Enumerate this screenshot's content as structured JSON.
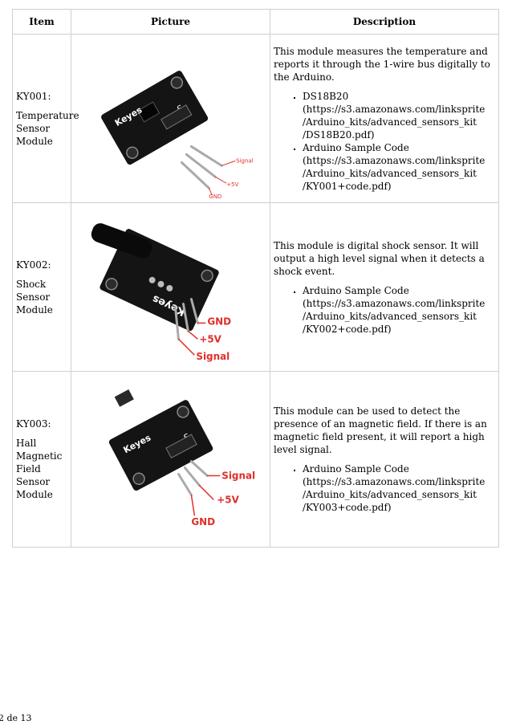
{
  "table": {
    "headers": {
      "item": "Item",
      "picture": "Picture",
      "description": "Description"
    },
    "rows": [
      {
        "item_code": "KY001:",
        "item_name": [
          "Temperature",
          "Sensor",
          "Module"
        ],
        "picture": {
          "board_text": "Keyes",
          "pin_labels": [
            "Signal",
            "+5V",
            "GND"
          ]
        },
        "description": "This module measures the temperature and reports it through the 1-wire bus digitally to the Arduino.",
        "links": [
          [
            "DS18B20 (https://s3.amazonaws.com/linksprite",
            "/Arduino_kits/advanced_sensors_kit",
            "/DS18B20.pdf)"
          ],
          [
            "Arduino Sample Code",
            "(https://s3.amazonaws.com/linksprite",
            "/Arduino_kits/advanced_sensors_kit",
            "/KY001+code.pdf)"
          ]
        ]
      },
      {
        "item_code": "KY002:",
        "item_name": [
          "Shock",
          "Sensor",
          "Module"
        ],
        "picture": {
          "board_text": "Keyes",
          "pin_labels": [
            "GND",
            "+5V",
            "Signal"
          ]
        },
        "description": "This module is digital shock sensor. It will output a high level signal when it detects a shock event.",
        "links": [
          [
            "Arduino Sample Code",
            "(https://s3.amazonaws.com/linksprite",
            "/Arduino_kits/advanced_sensors_kit",
            "/KY002+code.pdf)"
          ]
        ]
      },
      {
        "item_code": "KY003:",
        "item_name": [
          "Hall",
          "Magnetic",
          "Field Sensor",
          "Module"
        ],
        "picture": {
          "board_text": "Keyes",
          "pin_labels": [
            "Signal",
            "+5V",
            "GND"
          ]
        },
        "description": "This module can be used to detect the presence of an magnetic field. If there is an magnetic field present, it will report a high level signal.",
        "links": [
          [
            "Arduino Sample Code",
            "(https://s3.amazonaws.com/linksprite",
            "/Arduino_kits/advanced_sensors_kit",
            "/KY003+code.pdf)"
          ]
        ]
      }
    ]
  },
  "footer": {
    "page": "2 de 13"
  },
  "colors": {
    "board": "#141414",
    "label_red": "#e0302a",
    "border": "#cfcfcf"
  }
}
